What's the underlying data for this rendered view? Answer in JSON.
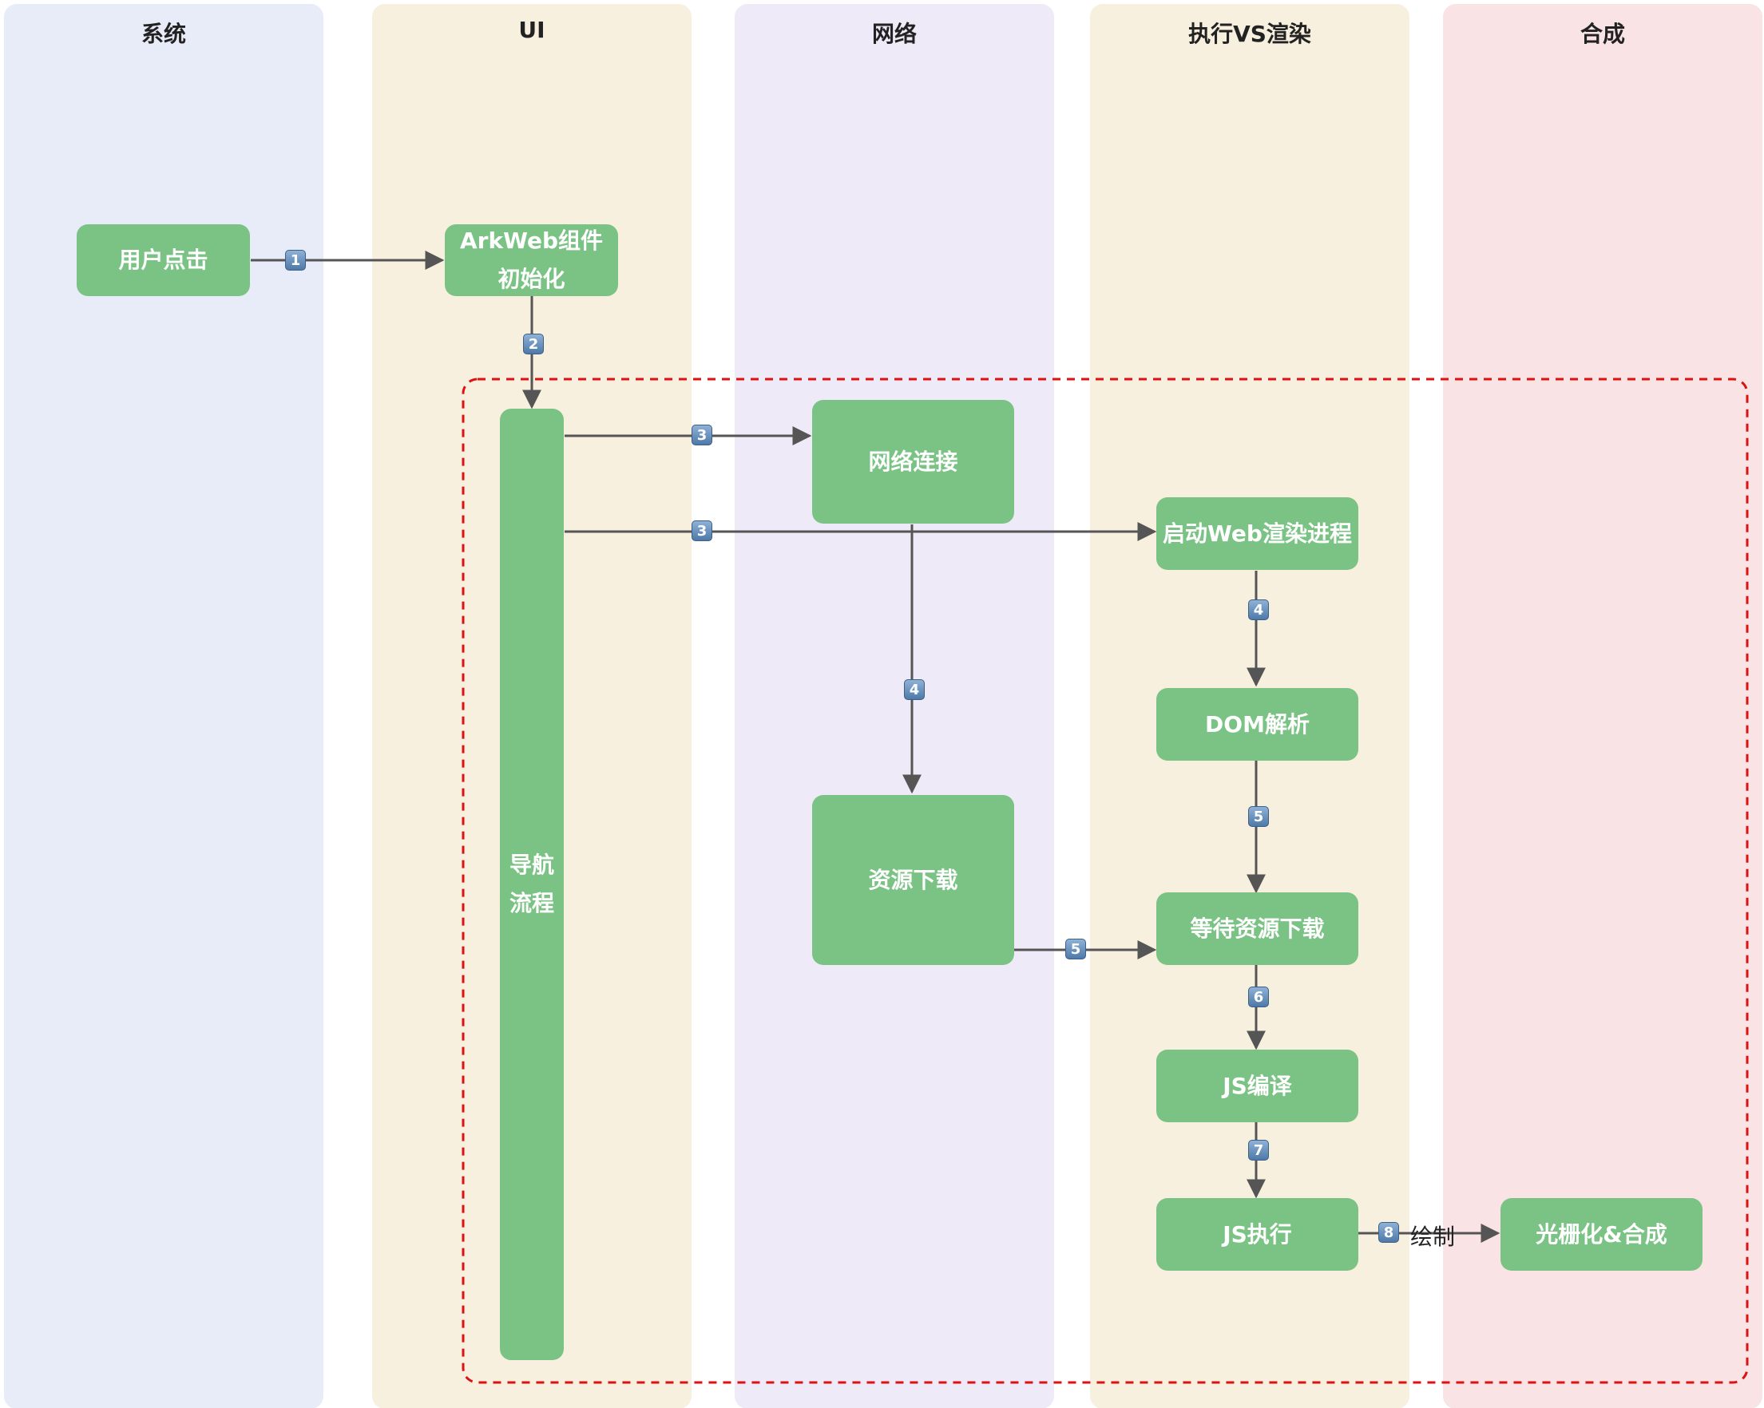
{
  "lanes": [
    {
      "title": "系统",
      "color": "#e8ecf8"
    },
    {
      "title": "UI",
      "color": "#f8f0de"
    },
    {
      "title": "网络",
      "color": "#efeaf8"
    },
    {
      "title": "执行VS渲染",
      "color": "#f8f0de"
    },
    {
      "title": "合成",
      "color": "#f9e3e4"
    }
  ],
  "nodes": {
    "user_click": "用户点击",
    "arkweb_init_line1": "ArkWeb组件",
    "arkweb_init_line2": "初始化",
    "nav_line1": "导航",
    "nav_line2": "流程",
    "network_connect": "网络连接",
    "resource_download": "资源下载",
    "start_render": "启动Web渲染进程",
    "dom_parse": "DOM解析",
    "wait_download": "等待资源下载",
    "js_compile": "JS编译",
    "js_exec": "JS执行",
    "raster_compose": "光栅化&合成"
  },
  "steps": [
    "1",
    "2",
    "3",
    "3",
    "4",
    "4",
    "5",
    "5",
    "6",
    "7",
    "8"
  ],
  "edge_label_draw": "绘制",
  "colors": {
    "node": "#7ac385",
    "arrow": "#555555",
    "dashed_box": "#dd1111"
  }
}
